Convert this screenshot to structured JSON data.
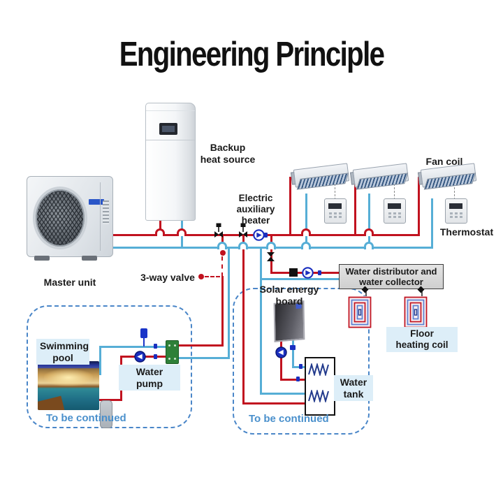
{
  "title": "Engineering Principle",
  "labels": {
    "master_unit": "Master unit",
    "backup_heat_source": "Backup\nheat source",
    "electric_auxiliary_heater": "Electric\nauxiliary\nheater",
    "fan_coil": "Fan coil",
    "thermostat": "Thermostat",
    "three_way_valve": "3-way valve",
    "water_distributor": "Water distributor and\nwater collector",
    "floor_heating_coil": "Floor\nheating coil",
    "solar_energy_board": "Solar energy\nboard",
    "water_tank": "Water\ntank",
    "swimming_pool": "Swimming\npool",
    "water_pump": "Water pump"
  },
  "sections": {
    "swimming_pool_loop": {
      "note": "To be continued"
    },
    "solar_loop": {
      "note": "To be continued"
    }
  },
  "colors": {
    "hot": "#c1121f",
    "cold": "#56aed6",
    "sectionBorder": "#4a86c8",
    "continued": "#4a90cc",
    "labelBg": "#ddeef8",
    "pump": "#1a2fbf",
    "exchanger": "#2e8038",
    "distributorBg": "#d9d9d9"
  }
}
